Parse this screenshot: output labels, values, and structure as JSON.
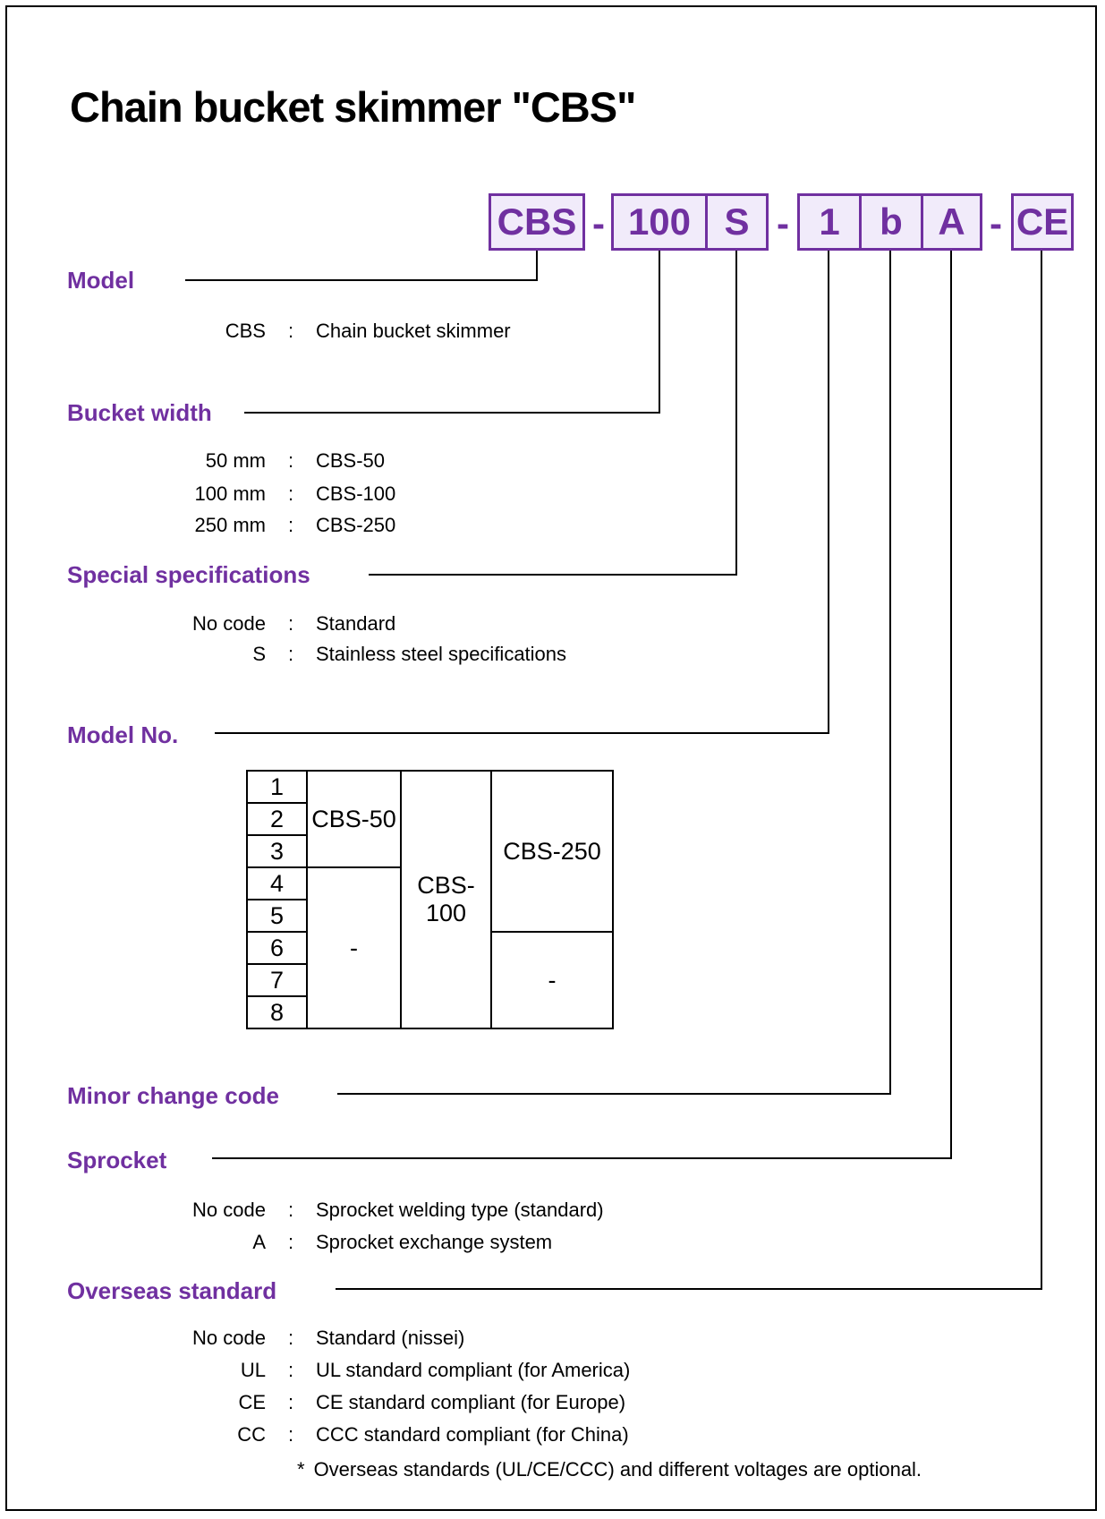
{
  "title": "Chain bucket skimmer \"CBS\"",
  "separator": ":",
  "code": {
    "dash": "-",
    "groups": [
      {
        "cells": [
          {
            "text": "CBS"
          }
        ]
      },
      {
        "cells": [
          {
            "text": "100"
          },
          {
            "text": "S"
          }
        ]
      },
      {
        "cells": [
          {
            "text": "1"
          },
          {
            "text": "b"
          },
          {
            "text": "A"
          }
        ]
      },
      {
        "cells": [
          {
            "text": "CE"
          }
        ]
      }
    ]
  },
  "sections": {
    "model": {
      "heading": "Model",
      "rows": [
        {
          "label": "CBS",
          "value": "Chain bucket skimmer"
        }
      ]
    },
    "bucket_width": {
      "heading": "Bucket width",
      "rows": [
        {
          "label": "50 mm",
          "value": "CBS-50"
        },
        {
          "label": "100 mm",
          "value": "CBS-100"
        },
        {
          "label": "250 mm",
          "value": "CBS-250"
        }
      ]
    },
    "special_specifications": {
      "heading": "Special specifications",
      "rows": [
        {
          "label": "No code",
          "value": "Standard"
        },
        {
          "label": "S",
          "value": "Stainless steel specifications"
        }
      ]
    },
    "model_no": {
      "heading": "Model No."
    },
    "minor_change_code": {
      "heading": "Minor change code"
    },
    "sprocket": {
      "heading": "Sprocket",
      "rows": [
        {
          "label": "No code",
          "value": "Sprocket welding type (standard)"
        },
        {
          "label": "A",
          "value": "Sprocket exchange system"
        }
      ]
    },
    "overseas_standard": {
      "heading": "Overseas standard",
      "rows": [
        {
          "label": "No code",
          "value": "Standard (nissei)"
        },
        {
          "label": "UL",
          "value": "UL standard compliant (for America)"
        },
        {
          "label": "CE",
          "value": "CE standard compliant (for Europe)"
        },
        {
          "label": "CC",
          "value": "CCC standard compliant (for China)"
        }
      ],
      "footnote": {
        "marker": "*",
        "text": "Overseas standards (UL/CE/CCC) and different voltages are optional."
      }
    }
  },
  "model_table": {
    "row_numbers": [
      "1",
      "2",
      "3",
      "4",
      "5",
      "6",
      "7",
      "8"
    ],
    "col2_top": "CBS-50",
    "col2_bottom": "-",
    "col3": "CBS-100",
    "col4_top": "CBS-250",
    "col4_bottom": "-"
  },
  "colors": {
    "accent": "#7030A0",
    "box_fill": "#F1EBFA",
    "line": "#000000"
  }
}
